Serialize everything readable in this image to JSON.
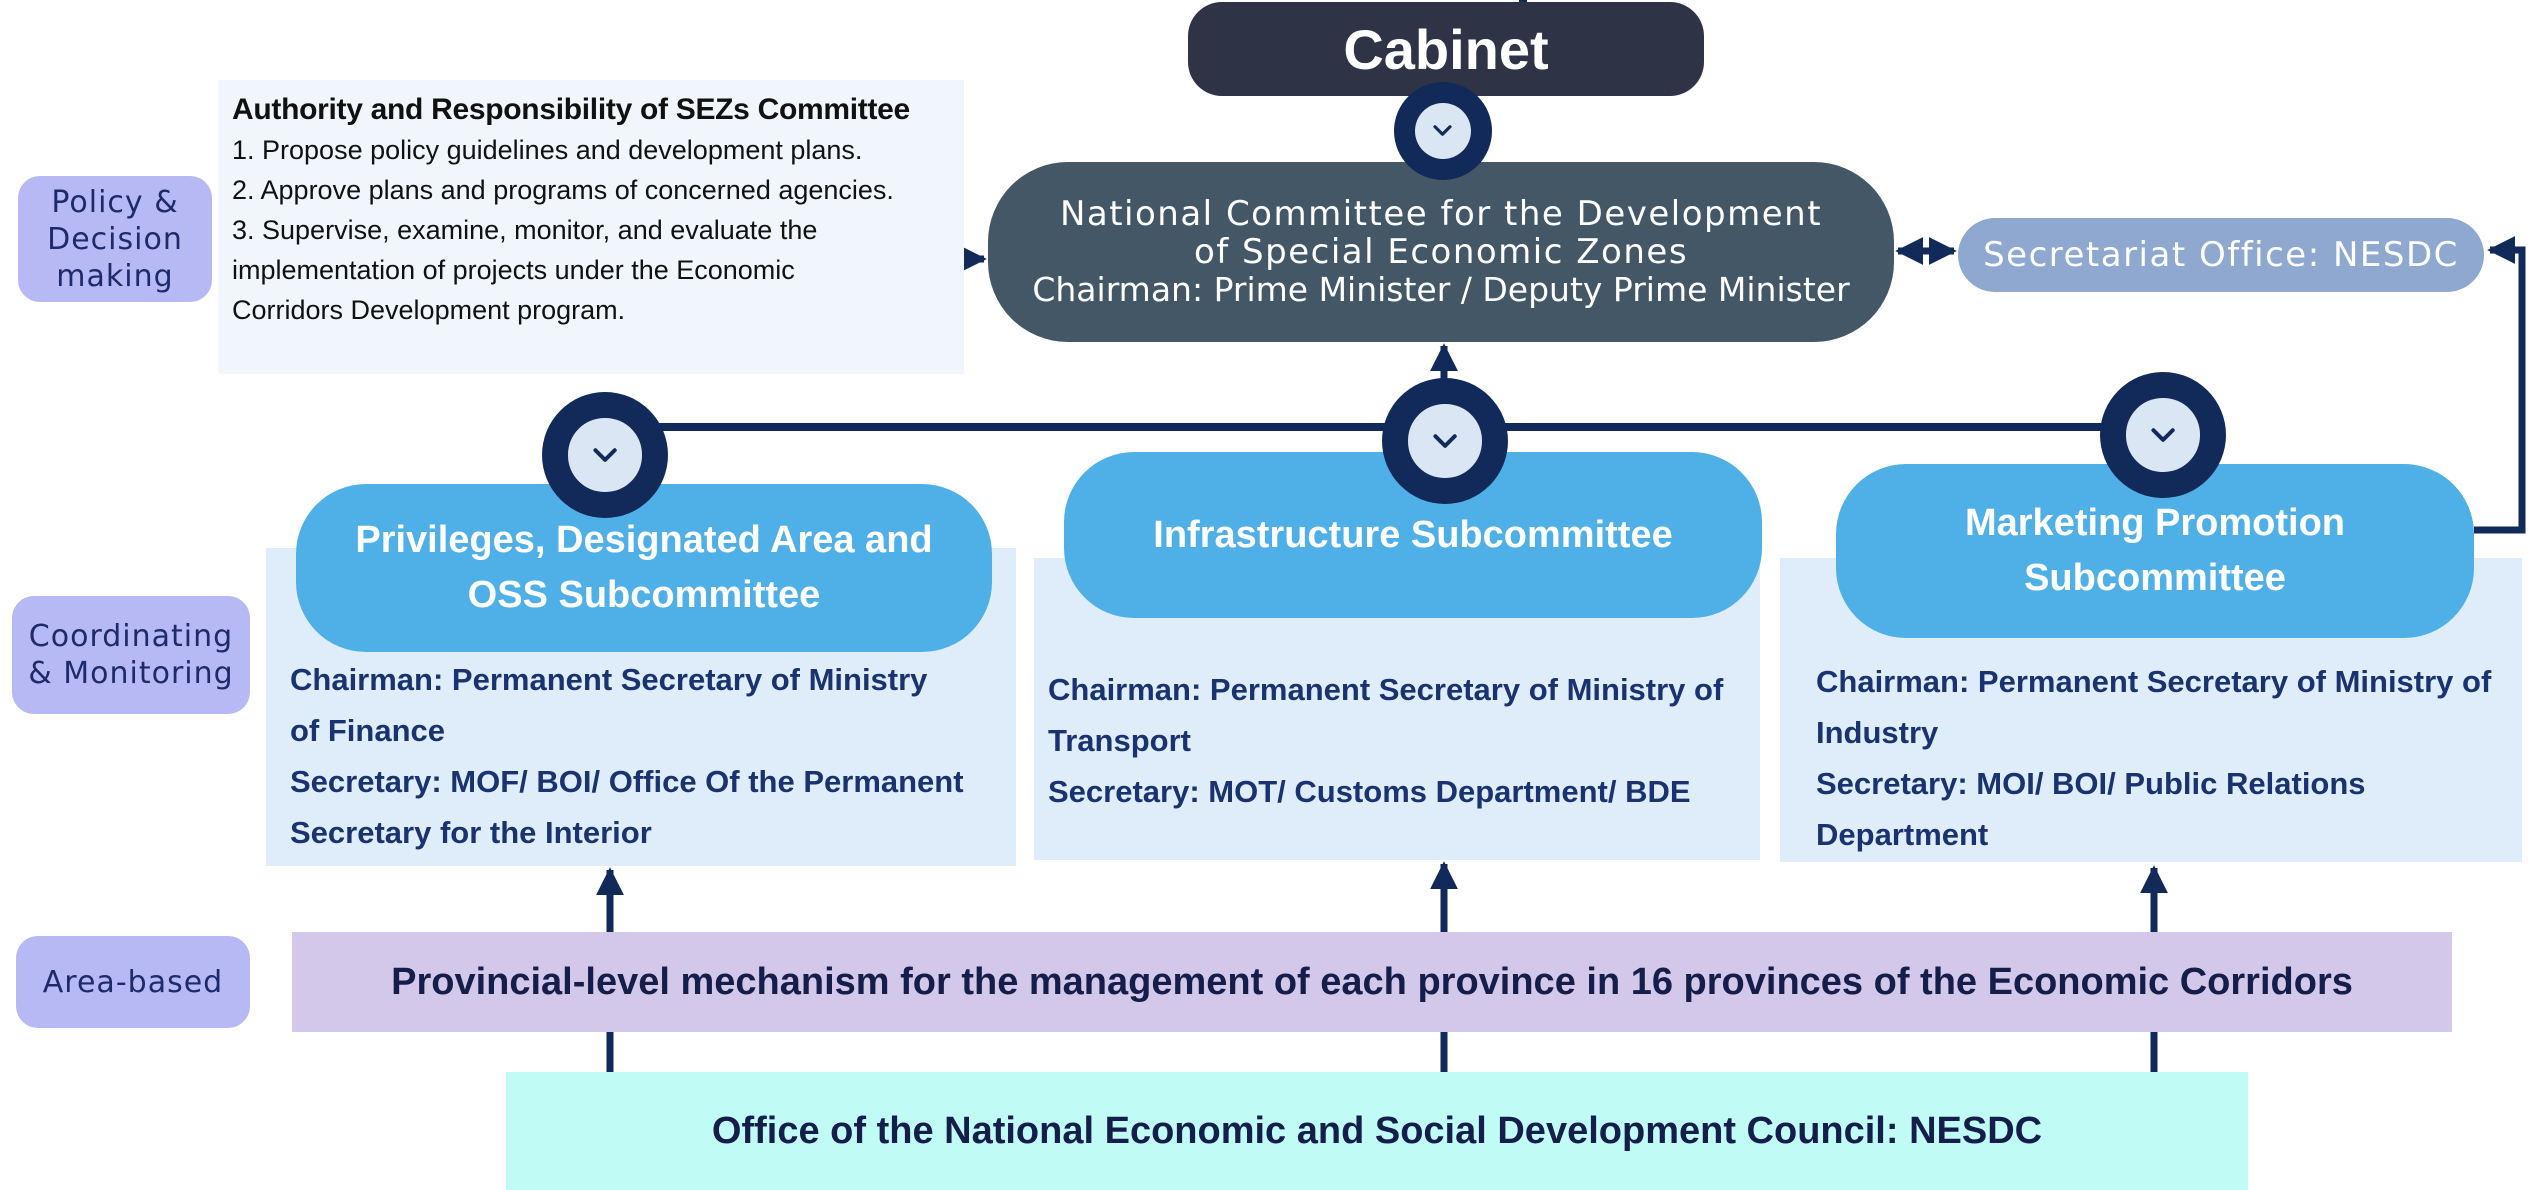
{
  "side_labels": {
    "policy": "Policy &\nDecision\nmaking",
    "coordinating": "Coordinating\n& Monitoring",
    "area": "Area-based"
  },
  "cabinet": "Cabinet",
  "national_committee": {
    "line1": "National Committee for the Development",
    "line2": "of Special Economic Zones",
    "line3": "Chairman: Prime Minister /  Deputy Prime Minister"
  },
  "secretariat": "Secretariat Office: NESDC",
  "authority": {
    "heading": "Authority and Responsibility of SEZs Committee",
    "lines": [
      "1. Propose policy guidelines and development plans.",
      "2.  Approve plans and programs of concerned agencies.",
      "3. Supervise, examine, monitor, and evaluate  the",
      "implementation  of projects under the Economic",
      "Corridors Development program."
    ]
  },
  "subcommittees": [
    {
      "title_lines": [
        "Privileges, Designated Area and",
        "OSS Subcommittee"
      ],
      "text_lines": [
        "Chairman: Permanent Secretary of Ministry",
        "of Finance",
        "Secretary: MOF/ BOI/ Office Of the Permanent",
        "Secretary for the Interior"
      ]
    },
    {
      "title_lines": [
        "Infrastructure Subcommittee"
      ],
      "text_lines": [
        "Chairman: Permanent Secretary of Ministry of",
        "Transport",
        "Secretary: MOT/ Customs Department/ BDE"
      ]
    },
    {
      "title_lines": [
        "Marketing Promotion",
        "Subcommittee"
      ],
      "text_lines": [
        "Chairman: Permanent Secretary of Ministry of",
        "Industry",
        "Secretary:  MOI/  BOI/  Public  Relations",
        "Department"
      ]
    }
  ],
  "province_mechanism": "Provincial-level mechanism for the management of each province in 16 provinces of the Economic Corridors",
  "nesdc_office": "Office of the National Economic and Social Development Council: NESDC",
  "icons": [
    "chevron-down-icon"
  ],
  "colors": {
    "cabinet": "#2e3446",
    "national": "#435766",
    "secretariat": "#8ea8cf",
    "subcommittee_title": "#4fb0e8",
    "subcommittee_panel": "#deedf9",
    "connector": "#122a5a",
    "province": "#d3c8ea",
    "nesdc": "#c0fbf6",
    "side_label": "#b7b9f5"
  }
}
